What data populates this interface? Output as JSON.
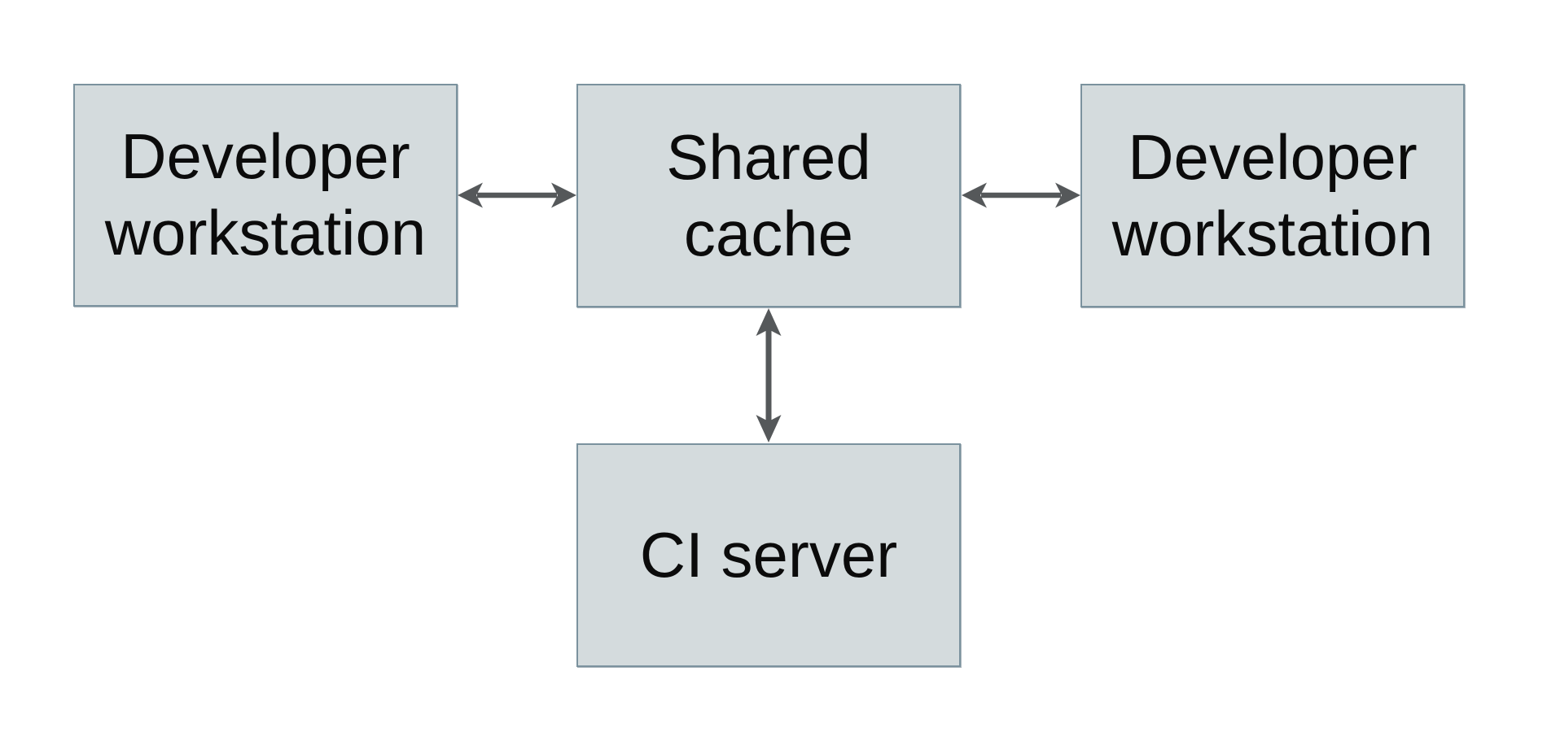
{
  "diagram": {
    "type": "architecture-diagram",
    "nodes": [
      {
        "id": "developer-workstation-left",
        "label": "Developer\nworkstation"
      },
      {
        "id": "shared-cache",
        "label": "Shared\ncache"
      },
      {
        "id": "developer-workstation-right",
        "label": "Developer\nworkstation"
      },
      {
        "id": "ci-server",
        "label": "CI server"
      }
    ],
    "edges": [
      {
        "from": "developer-workstation-left",
        "to": "shared-cache",
        "style": "double-headed-arrow"
      },
      {
        "from": "shared-cache",
        "to": "developer-workstation-right",
        "style": "double-headed-arrow"
      },
      {
        "from": "shared-cache",
        "to": "ci-server",
        "style": "double-headed-arrow"
      }
    ],
    "colors": {
      "node_fill": "#d4dbdd",
      "node_border": "#7b929e",
      "arrow": "#55585a",
      "text": "#0b0b0b",
      "background": "#ffffff"
    }
  }
}
